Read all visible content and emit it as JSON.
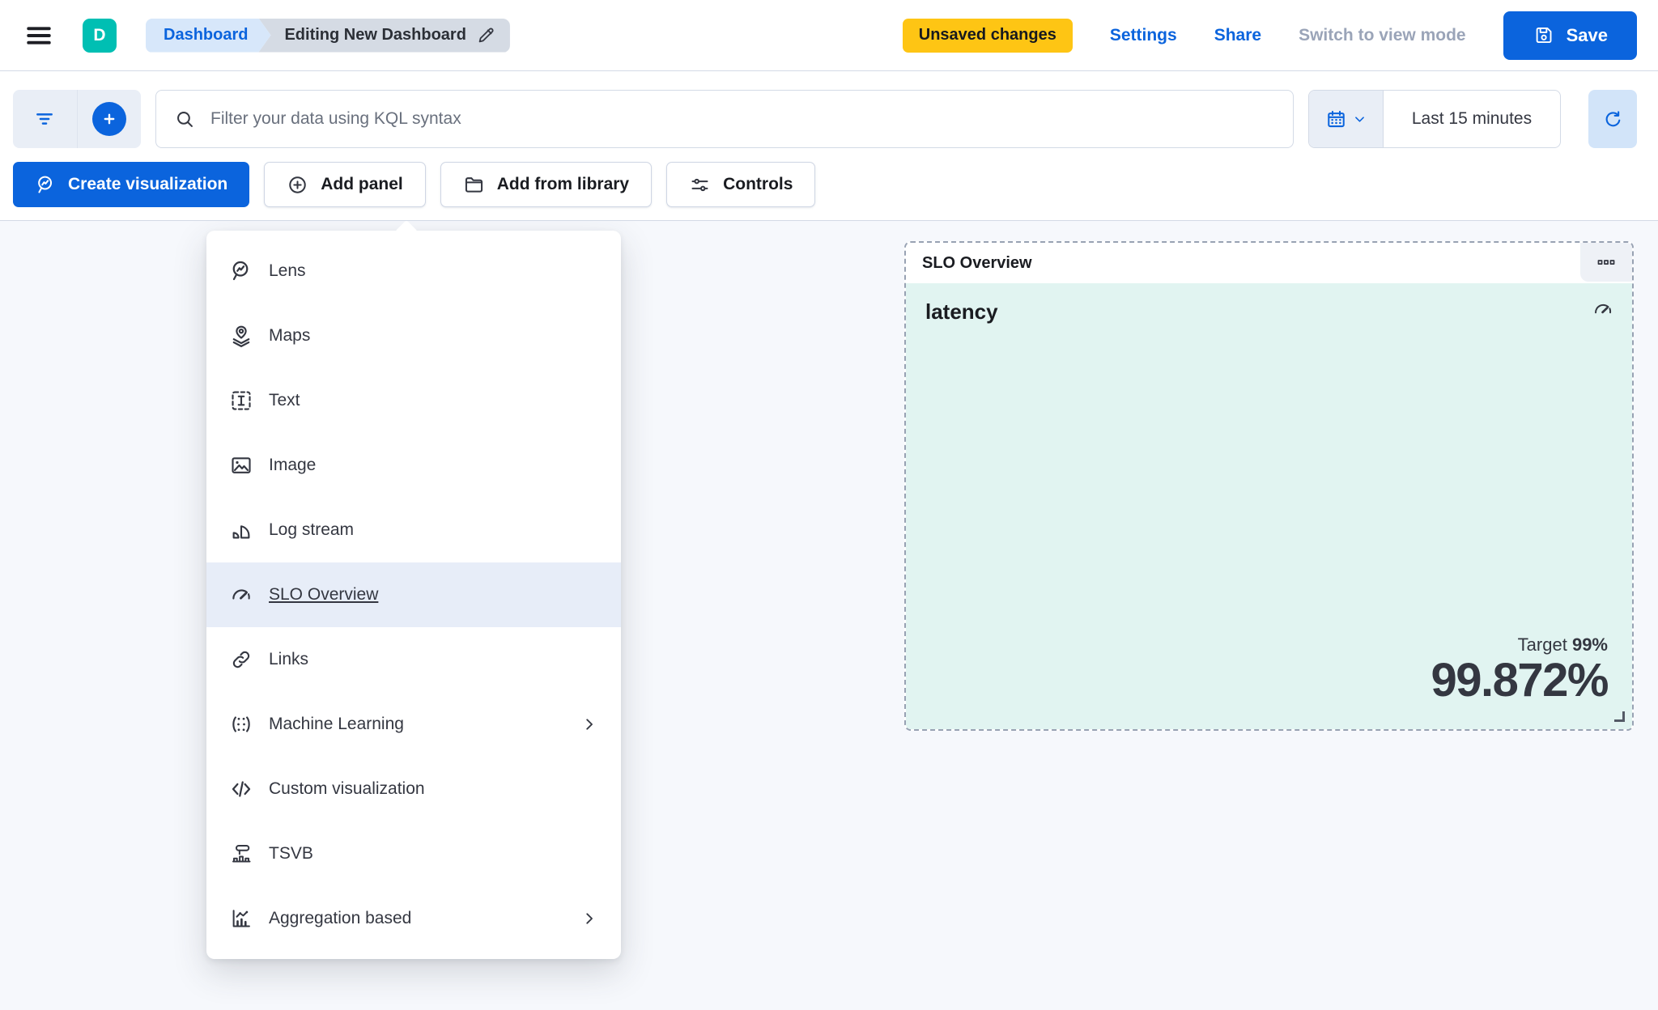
{
  "header": {
    "avatar_initial": "D",
    "breadcrumbs": [
      {
        "label": "Dashboard"
      },
      {
        "label": "Editing New Dashboard"
      }
    ],
    "unsaved_badge": "Unsaved changes",
    "settings_label": "Settings",
    "share_label": "Share",
    "view_mode_label": "Switch to view mode",
    "save_label": "Save"
  },
  "filter_bar": {
    "search_placeholder": "Filter your data using KQL syntax",
    "time_range": "Last 15 minutes"
  },
  "toolbar": {
    "create_visualization_label": "Create visualization",
    "add_panel_label": "Add panel",
    "add_from_library_label": "Add from library",
    "controls_label": "Controls"
  },
  "add_panel_menu": {
    "items": [
      {
        "label": "Lens",
        "icon": "lens-icon"
      },
      {
        "label": "Maps",
        "icon": "maps-icon"
      },
      {
        "label": "Text",
        "icon": "text-icon"
      },
      {
        "label": "Image",
        "icon": "image-icon"
      },
      {
        "label": "Log stream",
        "icon": "log-stream-icon"
      },
      {
        "label": "SLO Overview",
        "icon": "slo-gauge-icon",
        "highlighted": true
      },
      {
        "label": "Links",
        "icon": "links-icon"
      },
      {
        "label": "Machine Learning",
        "icon": "machine-learning-icon",
        "submenu": true
      },
      {
        "label": "Custom visualization",
        "icon": "code-icon"
      },
      {
        "label": "TSVB",
        "icon": "tsvb-icon"
      },
      {
        "label": "Aggregation based",
        "icon": "aggregation-icon",
        "submenu": true
      }
    ]
  },
  "slo_panel": {
    "title": "SLO Overview",
    "metric_name": "latency",
    "target_label": "Target",
    "target_value": "99%",
    "value": "99.872%"
  },
  "colors": {
    "primary_blue": "#0b64dd",
    "avatar_teal": "#00bfb3",
    "warning_yellow": "#fec514",
    "breadcrumb_blue_bg": "#d7e7fa",
    "breadcrumb_gray_bg": "#d5dbe4",
    "menu_highlight": "#e7edf8",
    "panel_mint": "#e1f4f1",
    "border_gray": "#d3dae6",
    "dashed_border": "#98a2b3",
    "text_dark": "#343741",
    "muted_text": "#9aa4b8"
  }
}
